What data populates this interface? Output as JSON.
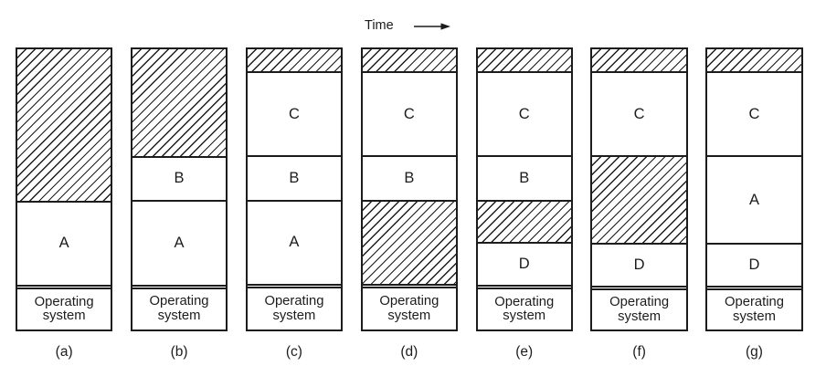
{
  "time_label": "Time",
  "colors": {
    "line": "#1c1c1c",
    "background": "#ffffff",
    "hatch": "#1c1c1c"
  },
  "columns": [
    {
      "caption": "(a)",
      "segments": [
        {
          "kind": "free",
          "label": "",
          "h": 165.5
        },
        {
          "kind": "process",
          "label": "A",
          "h": 90.5
        },
        {
          "kind": "os",
          "label": "Operating\nsystem",
          "h": 43
        }
      ]
    },
    {
      "caption": "(b)",
      "segments": [
        {
          "kind": "free",
          "label": "",
          "h": 116.5
        },
        {
          "kind": "process",
          "label": "B",
          "h": 46.5
        },
        {
          "kind": "process",
          "label": "A",
          "h": 90.5
        },
        {
          "kind": "os",
          "label": "Operating\nsystem",
          "h": 43
        }
      ]
    },
    {
      "caption": "(c)",
      "segments": [
        {
          "kind": "free",
          "label": "",
          "h": 24
        },
        {
          "kind": "process",
          "label": "C",
          "h": 90
        },
        {
          "kind": "process",
          "label": "B",
          "h": 46.5
        },
        {
          "kind": "process",
          "label": "A",
          "h": 90.5
        },
        {
          "kind": "os",
          "label": "Operating\nsystem",
          "h": 43
        }
      ]
    },
    {
      "caption": "(d)",
      "segments": [
        {
          "kind": "free",
          "label": "",
          "h": 24
        },
        {
          "kind": "process",
          "label": "C",
          "h": 90
        },
        {
          "kind": "process",
          "label": "B",
          "h": 46.5
        },
        {
          "kind": "free",
          "label": "",
          "h": 90.5
        },
        {
          "kind": "os",
          "label": "Operating\nsystem",
          "h": 43
        }
      ]
    },
    {
      "caption": "(e)",
      "segments": [
        {
          "kind": "free",
          "label": "",
          "h": 24
        },
        {
          "kind": "process",
          "label": "C",
          "h": 90
        },
        {
          "kind": "process",
          "label": "B",
          "h": 46.5
        },
        {
          "kind": "free",
          "label": "",
          "h": 44.5
        },
        {
          "kind": "process",
          "label": "D",
          "h": 45
        },
        {
          "kind": "os",
          "label": "Operating\nsystem",
          "h": 43
        }
      ]
    },
    {
      "caption": "(f)",
      "segments": [
        {
          "kind": "free",
          "label": "",
          "h": 24
        },
        {
          "kind": "process",
          "label": "C",
          "h": 90
        },
        {
          "kind": "free",
          "label": "",
          "h": 94
        },
        {
          "kind": "process",
          "label": "D",
          "h": 45
        },
        {
          "kind": "os",
          "label": "Operating\nsystem",
          "h": 43
        }
      ]
    },
    {
      "caption": "(g)",
      "segments": [
        {
          "kind": "free",
          "label": "",
          "h": 24
        },
        {
          "kind": "process",
          "label": "C",
          "h": 90
        },
        {
          "kind": "process",
          "label": "A",
          "h": 94
        },
        {
          "kind": "process",
          "label": "D",
          "h": 45
        },
        {
          "kind": "os",
          "label": "Operating\nsystem",
          "h": 43
        }
      ]
    }
  ]
}
